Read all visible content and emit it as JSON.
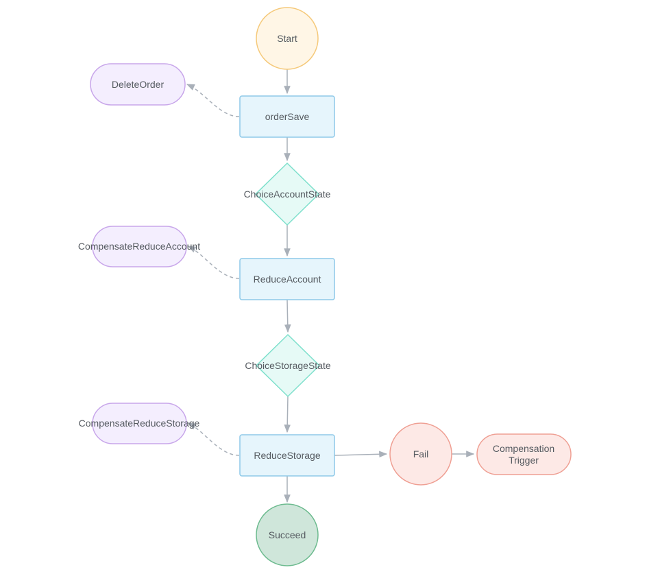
{
  "diagram": {
    "nodes": {
      "start": "Start",
      "order_save": "orderSave",
      "delete_order": "DeleteOrder",
      "choice_account": "ChoiceAccountState",
      "reduce_account": "ReduceAccount",
      "compensate_account": "CompensateReduceAccount",
      "choice_storage": "ChoiceStorageState",
      "reduce_storage": "ReduceStorage",
      "compensate_storage": "CompensateReduceStorage",
      "fail": "Fail",
      "compensation_trigger_line1": "Compensation",
      "compensation_trigger_line2": "Trigger",
      "succeed": "Succeed"
    },
    "colors": {
      "start_fill": "#fff6e6",
      "start_stroke": "#f5c97a",
      "task_fill": "#e6f5fc",
      "task_stroke": "#8ec9e8",
      "compensate_fill": "#f4eefe",
      "compensate_stroke": "#c8a6ea",
      "choice_fill": "#e6faf6",
      "choice_stroke": "#7ee0cc",
      "fail_fill": "#fde9e6",
      "fail_stroke": "#ef9f93",
      "succeed_fill": "#cfe6da",
      "succeed_stroke": "#6dbb8f",
      "edge": "#a9b0b9"
    }
  }
}
